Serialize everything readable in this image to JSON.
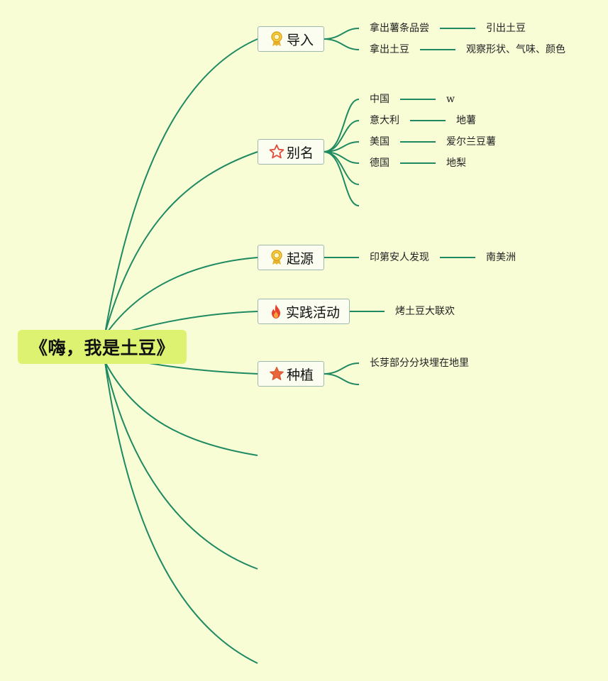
{
  "root": {
    "title": "《嗨，我是土豆》"
  },
  "topics": [
    {
      "id": "t1",
      "label": "导入",
      "icon": "award-ribbon-icon",
      "children": [
        {
          "label": "拿出薯条品尝",
          "child": "引出土豆"
        },
        {
          "label": "拿出土豆",
          "child": "观察形状、气味、颜色"
        }
      ]
    },
    {
      "id": "t2",
      "label": "别名",
      "icon": "star-outline-icon",
      "children": [
        {
          "label": "中国",
          "child": "w"
        },
        {
          "label": "意大利",
          "child": "地薯"
        },
        {
          "label": "美国",
          "child": "爱尔兰豆薯"
        },
        {
          "label": "德国",
          "child": "地梨"
        },
        {
          "label": "",
          "child": ""
        },
        {
          "label": "",
          "child": ""
        }
      ]
    },
    {
      "id": "t3",
      "label": "起源",
      "icon": "award-ribbon-icon",
      "children": [
        {
          "label": "印第安人发现",
          "child": "南美洲"
        }
      ]
    },
    {
      "id": "t4",
      "label": "实践活动",
      "icon": "fire-icon",
      "children": [
        {
          "label": "烤土豆大联欢",
          "child": ""
        }
      ]
    },
    {
      "id": "t5",
      "label": "种植",
      "icon": "star-filled-icon",
      "children": [
        {
          "label": "长芽部分分块埋在地里",
          "child": ""
        },
        {
          "label": "",
          "child": ""
        }
      ]
    }
  ],
  "colors": {
    "background": "#f8fdd6",
    "root_fill": "#dcf270",
    "connector": "#1f8a62",
    "topic_border": "#9fb8ad"
  }
}
